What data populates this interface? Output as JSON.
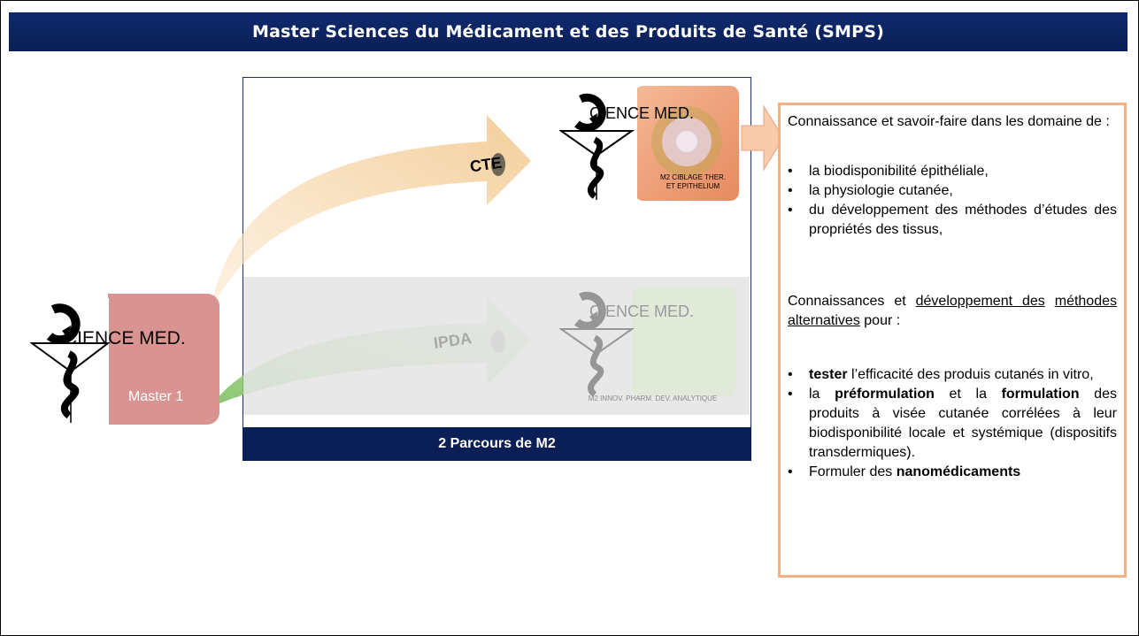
{
  "header": {
    "title": "Master Sciences du Médicament et des Produits de Santé (SMPS)"
  },
  "master1": {
    "logo_text": "CIENCE MED.",
    "label": "Master 1"
  },
  "panel": {
    "footer_label": "2 Parcours de M2"
  },
  "cte": {
    "arrow_label": "CTE",
    "logo_text": "CIENCE MED.",
    "caption_line1": "M2 CIBLAGE THER.",
    "caption_line2": "ET EPITHELIUM"
  },
  "ipda": {
    "arrow_label": "IPDA",
    "logo_text": "CIENCE MED.",
    "caption": "M2 INNOV. PHARM. DEV. ANALYTIQUE"
  },
  "info_box": {
    "intro": "Connaissance et savoir-faire dans les domaine de :",
    "list1": [
      "la biodisponibilité épithéliale,",
      "la physiologie cutanée,",
      "du développement des méthodes d’études des propriétés des tissus,"
    ],
    "para2_a": "Connaissances et ",
    "para2_u1": "développement des",
    "para2_u2": "méthodes alternatives",
    "para2_b": " pour :",
    "list2": {
      "item1_bold": "tester",
      "item1_rest": " l’efficacité des produis cutanés in vitro,",
      "item2_a": "la ",
      "item2_bold1": "préformulation",
      "item2_mid": " et la ",
      "item2_bold2": "formulation",
      "item2_rest": " des produits à visée cutanée corrélées à leur biodisponibilité locale et systémique (dispositifs transdermiques).",
      "item3_a": "Formuler des ",
      "item3_bold": "nanomédicaments"
    }
  },
  "colors": {
    "header_bg": "#0a1f55",
    "master1_bg": "#d99391",
    "cte_arrow": "#f6d7a7",
    "ipda_arrow": "#c8dcc0",
    "box_border": "#f4b183",
    "connector_arrow": "#f8cbad"
  }
}
